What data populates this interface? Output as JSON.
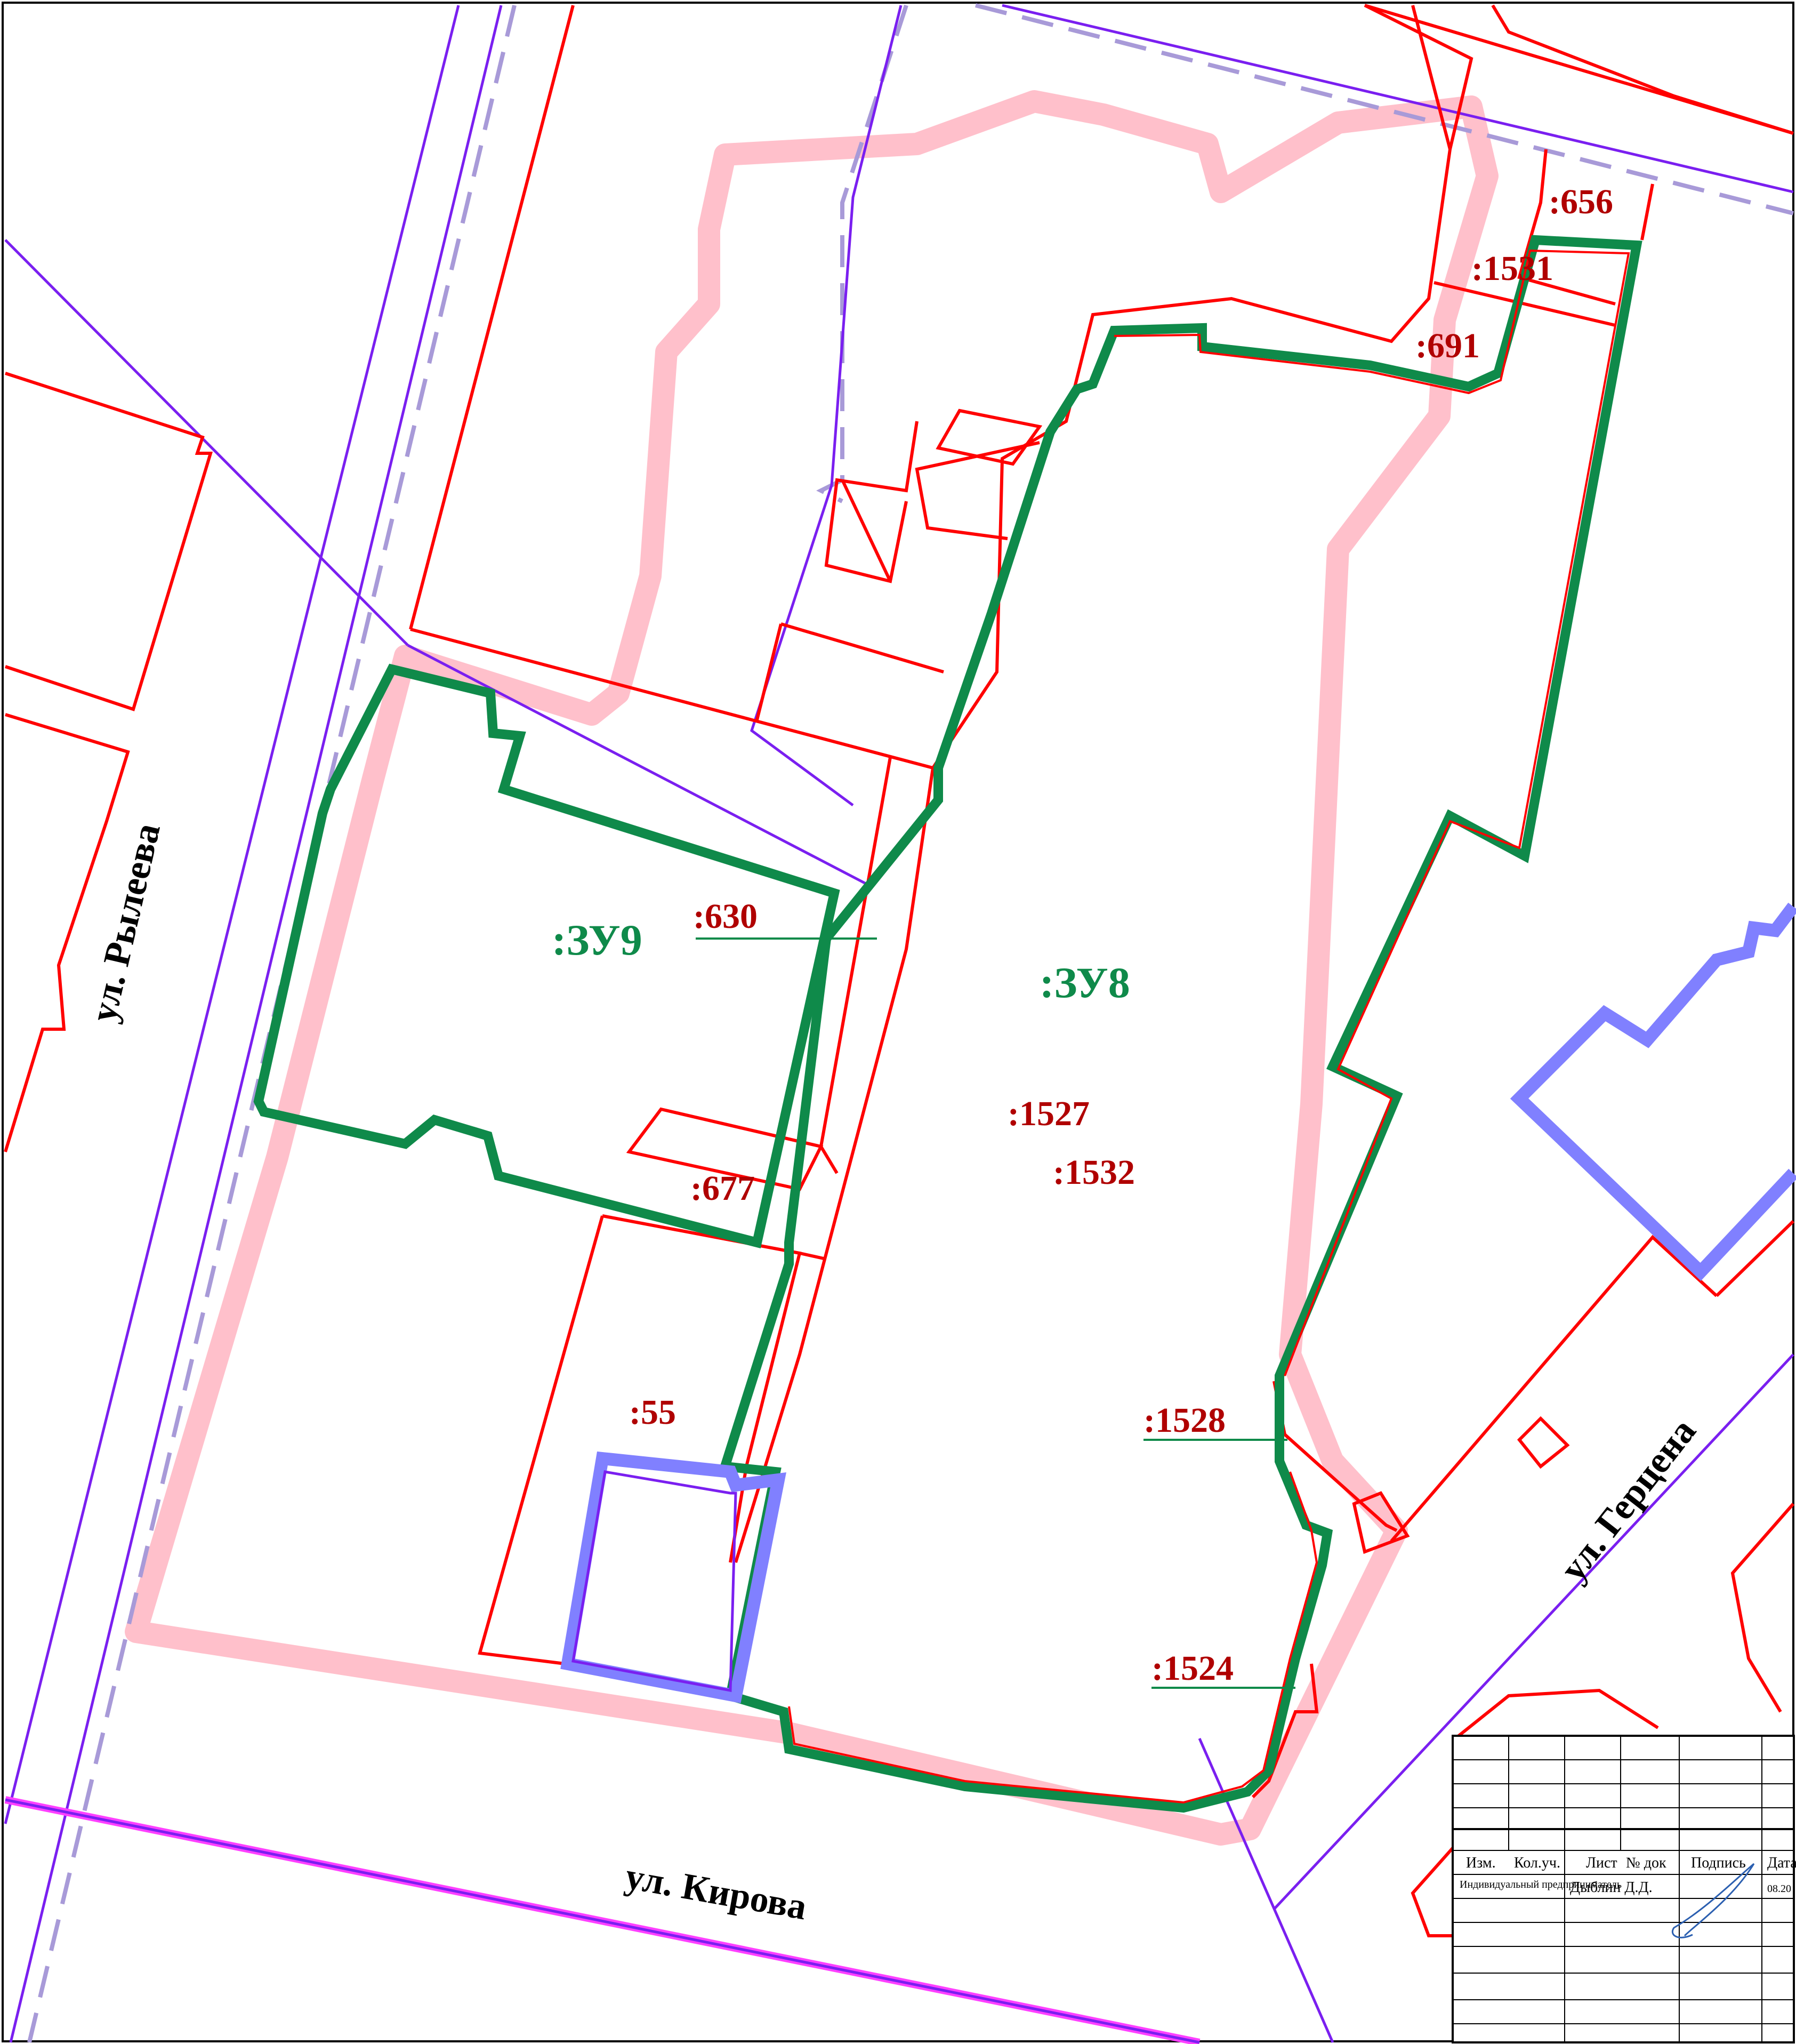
{
  "map": {
    "zones": [
      {
        "id": "zu9",
        "label": ":ЗУ9"
      },
      {
        "id": "zu8",
        "label": ":ЗУ8"
      }
    ],
    "parcels": [
      {
        "id": "p656",
        "label": ":656"
      },
      {
        "id": "p1531",
        "label": ":1531"
      },
      {
        "id": "p691",
        "label": ":691"
      },
      {
        "id": "p630",
        "label": ":630"
      },
      {
        "id": "p1527",
        "label": ":1527"
      },
      {
        "id": "p1532",
        "label": ":1532"
      },
      {
        "id": "p677",
        "label": ":677"
      },
      {
        "id": "p55",
        "label": ":55"
      },
      {
        "id": "p1528",
        "label": ":1528"
      },
      {
        "id": "p1524",
        "label": ":1524"
      }
    ],
    "streets": {
      "ryleeva": "ул. Рылеева",
      "kirova": "ул. Кирова",
      "gertsena": "ул. Герцена"
    },
    "colors": {
      "parcel_boundary": "#ff0000",
      "zone_boundary": "#0f8a4a",
      "highlight": "#ffc0cb",
      "building": "#8080ff",
      "red_line": "#7a1ff0",
      "dashed": "#a89ad8",
      "road_edge": "#ff40ff"
    }
  },
  "title_block": {
    "headers": [
      "Изм.",
      "Кол.уч.",
      "Лист",
      "№ док",
      "Подпись",
      "Дата"
    ],
    "row1": {
      "role": "Индивидуальный предприниматель",
      "name": "Дыблин Д.Д.",
      "date": "08.20"
    }
  }
}
